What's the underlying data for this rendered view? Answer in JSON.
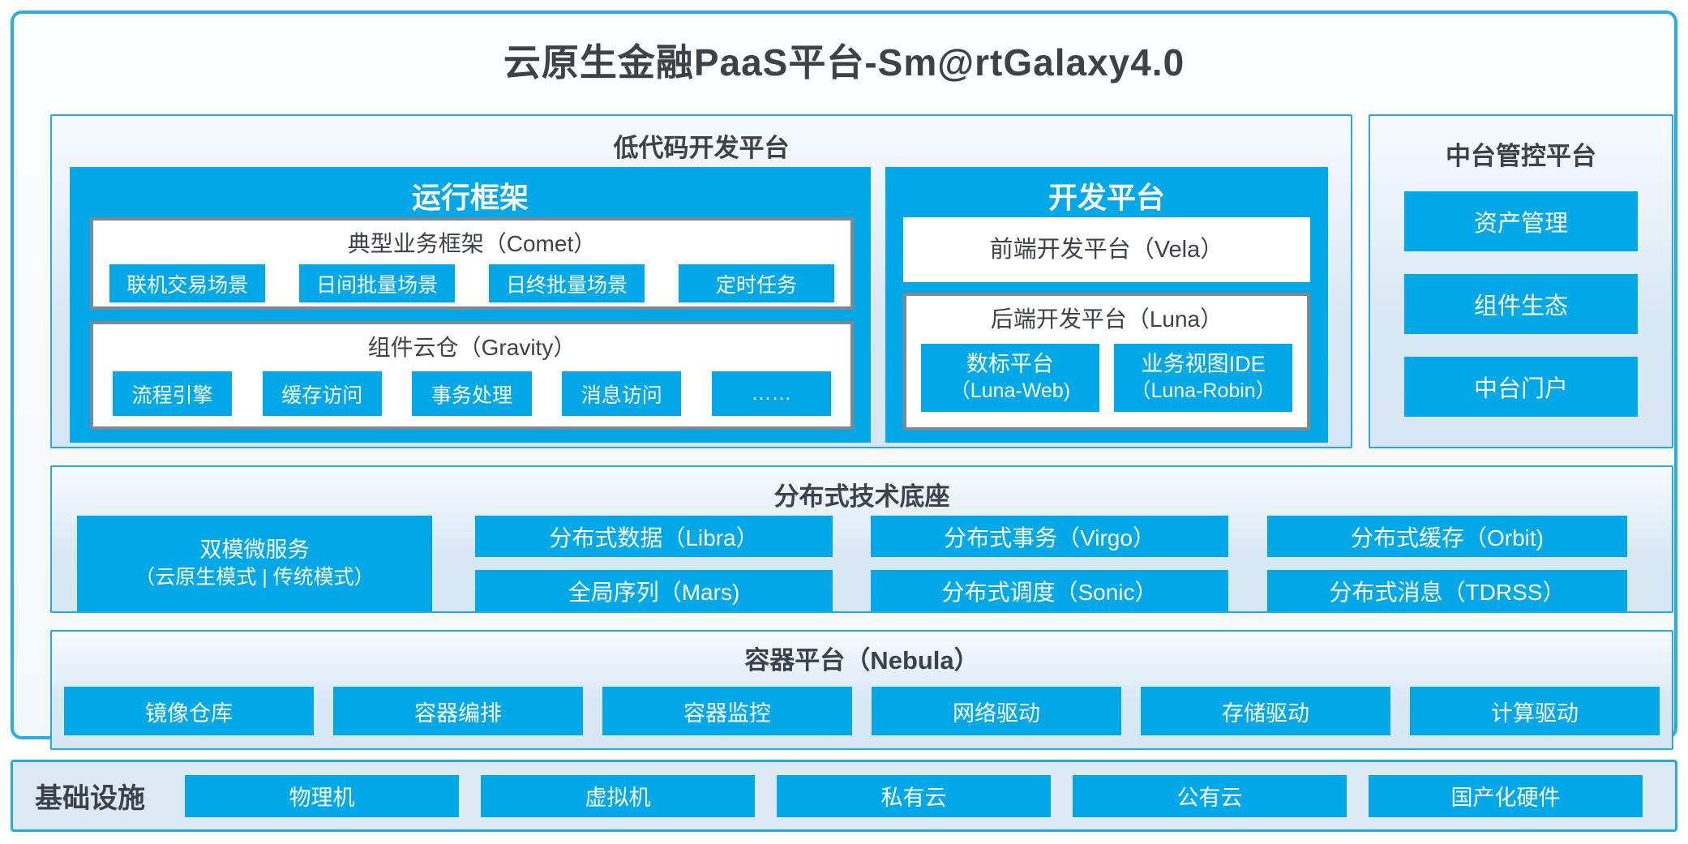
{
  "title": "云原生金融PaaS平台-Sm@rtGalaxy4.0",
  "colors": {
    "accent_blue": "#00A8E8",
    "border_blue": "#29A9E3",
    "panel_bg": "#D9E8F5",
    "gray_border": "#7D8893",
    "dark_text": "#3C4247",
    "white": "#FFFFFF"
  },
  "lowcode": {
    "title": "低代码开发平台",
    "runtime": {
      "title": "运行框架",
      "comet": {
        "title": "典型业务框架（Comet）",
        "items": [
          "联机交易场景",
          "日间批量场景",
          "日终批量场景",
          "定时任务"
        ]
      },
      "gravity": {
        "title": "组件云仓（Gravity）",
        "items": [
          "流程引擎",
          "缓存访问",
          "事务处理",
          "消息访问",
          "……"
        ]
      }
    },
    "dev": {
      "title": "开发平台",
      "vela": "前端开发平台（Vela）",
      "luna": {
        "title": "后端开发平台（Luna）",
        "items": [
          {
            "line1": "数标平台",
            "line2": "（Luna-Web)"
          },
          {
            "line1": "业务视图IDE",
            "line2": "（Luna-Robin）"
          }
        ]
      }
    }
  },
  "middleware": {
    "title": "中台管控平台",
    "items": [
      "资产管理",
      "组件生态",
      "中台门户"
    ]
  },
  "distributed": {
    "title": "分布式技术底座",
    "dual_mode": {
      "line1": "双模微服务",
      "line2": "（云原生模式 | 传统模式）"
    },
    "grid": [
      "分布式数据（Libra）",
      "分布式事务（Virgo）",
      "分布式缓存（Orbit)",
      "全局序列（Mars)",
      "分布式调度（Sonic）",
      "分布式消息（TDRSS）"
    ]
  },
  "container_platform": {
    "title": "容器平台（Nebula）",
    "items": [
      "镜像仓库",
      "容器编排",
      "容器监控",
      "网络驱动",
      "存储驱动",
      "计算驱动"
    ]
  },
  "infrastructure": {
    "label": "基础设施",
    "items": [
      "物理机",
      "虚拟机",
      "私有云",
      "公有云",
      "国产化硬件"
    ]
  }
}
